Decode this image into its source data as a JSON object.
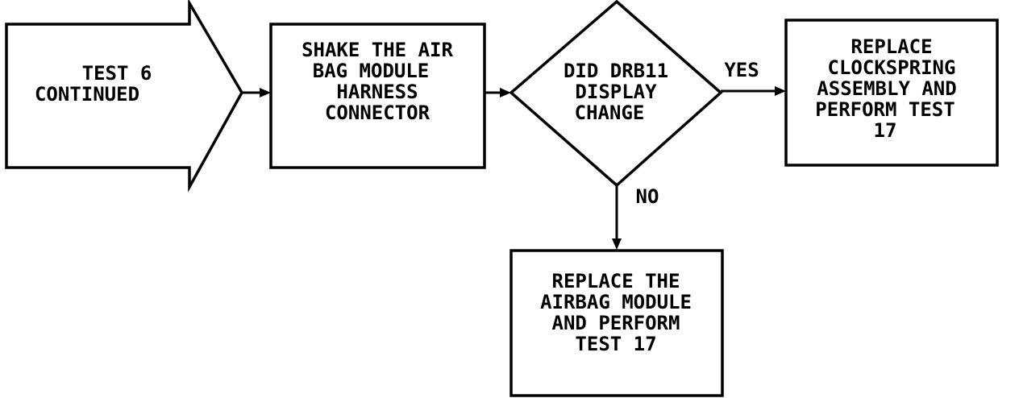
{
  "nodes": {
    "start": {
      "lines": [
        "TEST 6",
        "CONTINUED"
      ]
    },
    "shake": {
      "lines": [
        "SHAKE THE AIR",
        "BAG MODULE",
        "HARNESS",
        "CONNECTOR"
      ]
    },
    "decision": {
      "lines": [
        "DID DRB11",
        "DISPLAY",
        "CHANGE"
      ]
    },
    "clockspring": {
      "lines": [
        "REPLACE",
        "CLOCKSPRING",
        "ASSEMBLY AND",
        "PERFORM TEST",
        "17"
      ]
    },
    "airbag": {
      "lines": [
        "REPLACE THE",
        "AIRBAG MODULE",
        "AND PERFORM",
        "TEST 17"
      ]
    }
  },
  "edges": {
    "yes_label": "YES",
    "no_label": "NO"
  }
}
